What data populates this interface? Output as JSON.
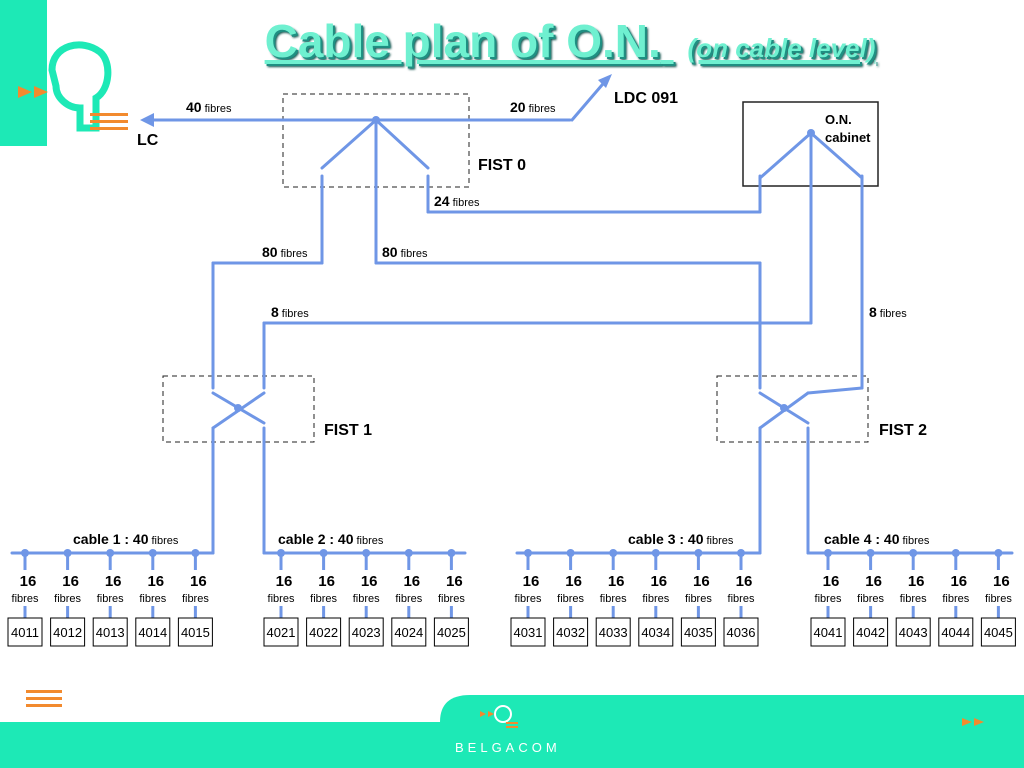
{
  "title": {
    "main": "Cable  plan of O.N.",
    "sub": "(on cable level)"
  },
  "labels": {
    "lc": "LC",
    "ldc": "LDC 091",
    "on_cabinet_line1": "O.N.",
    "on_cabinet_line2": "cabinet",
    "fist0": "FIST 0",
    "fist1": "FIST 1",
    "fist2": "FIST 2",
    "fibres_word": "fibres"
  },
  "fibre_counts": {
    "lc_link": "40",
    "ldc_link": "20",
    "cabinet_link": "24",
    "fist1_left": "80",
    "fist2_link": "80",
    "fist1_right": "8",
    "cabinet_fist2": "8"
  },
  "cables": [
    {
      "label": "cable 1 : 40",
      "branch_count": "16",
      "boxes": [
        "4011",
        "4012",
        "4013",
        "4014",
        "4015"
      ]
    },
    {
      "label": "cable 2 : 40",
      "branch_count": "16",
      "boxes": [
        "4021",
        "4022",
        "4023",
        "4024",
        "4025"
      ]
    },
    {
      "label": "cable 3 : 40",
      "branch_count": "16",
      "boxes": [
        "4031",
        "4032",
        "4033",
        "4034",
        "4035",
        "4036"
      ]
    },
    {
      "label": "cable 4 : 40",
      "branch_count": "16",
      "boxes": [
        "4041",
        "4042",
        "4043",
        "4044",
        "4045"
      ]
    }
  ],
  "brand": "BELGACOM",
  "colors": {
    "line": "#6f96e6",
    "accent": "#1de9b6",
    "title": "#6ff0d0",
    "logo_orange": "#f28a2e"
  }
}
